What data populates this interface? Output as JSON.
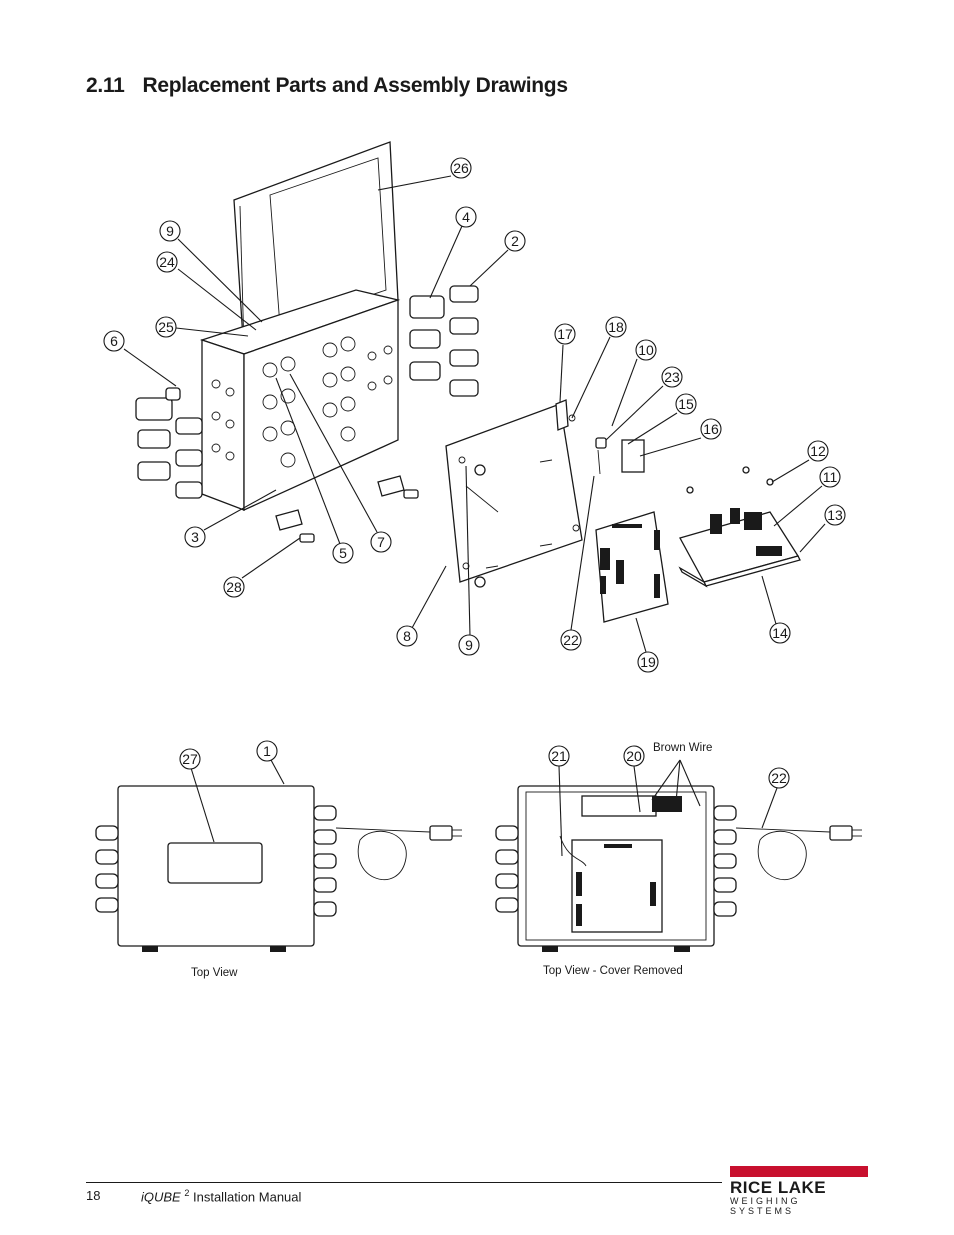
{
  "section": {
    "number": "2.11",
    "title": "Replacement Parts and Assembly Drawings"
  },
  "callouts": [
    "26",
    "9",
    "24",
    "4",
    "2",
    "6",
    "25",
    "17",
    "18",
    "10",
    "23",
    "15",
    "16",
    "12",
    "11",
    "13",
    "3",
    "28",
    "5",
    "7",
    "8",
    "9",
    "22",
    "19",
    "14",
    "27",
    "1",
    "21",
    "20",
    "22"
  ],
  "views": {
    "top_view": "Top View",
    "top_view_cover_removed": "Top View - Cover Removed",
    "brown_wire": "Brown Wire"
  },
  "footer": {
    "page_number": "18",
    "product": "iQUBE",
    "product_sup": "2",
    "manual": "Installation Manual"
  },
  "logo": {
    "brand": "RICE LAKE",
    "tagline": "WEIGHING SYSTEMS",
    "color": "#c8102e"
  }
}
